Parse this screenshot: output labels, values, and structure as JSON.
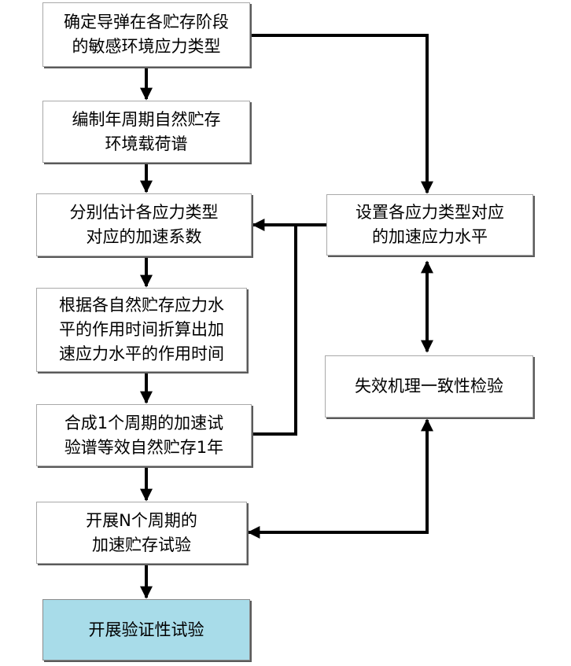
{
  "nodes": {
    "n1": {
      "lines": [
        "确定导弹在各贮存阶段",
        "的敏感环境应力类型"
      ]
    },
    "n2": {
      "lines": [
        "编制年周期自然贮存",
        "环境载荷谱"
      ]
    },
    "n3": {
      "lines": [
        "分别估计各应力类型",
        "对应的加速系数"
      ]
    },
    "n4": {
      "lines": [
        "根据各自然贮存应力水",
        "平的作用时间折算出加",
        "速应力水平的作用时间"
      ]
    },
    "n5": {
      "lines": [
        "合成1个周期的加速试",
        "验谱等效自然贮存1年"
      ]
    },
    "n6": {
      "lines": [
        "开展N个周期的",
        "加速贮存试验"
      ]
    },
    "n7": {
      "lines": [
        "开展验证性试验"
      ]
    },
    "r1": {
      "lines": [
        "设置各应力类型对应",
        "的加速应力水平"
      ]
    },
    "r2": {
      "lines": [
        "失效机理一致性检验"
      ]
    }
  },
  "colors": {
    "final_fill": "#a8dce9",
    "border": "#a9a9a9",
    "arrow": "#000000"
  }
}
